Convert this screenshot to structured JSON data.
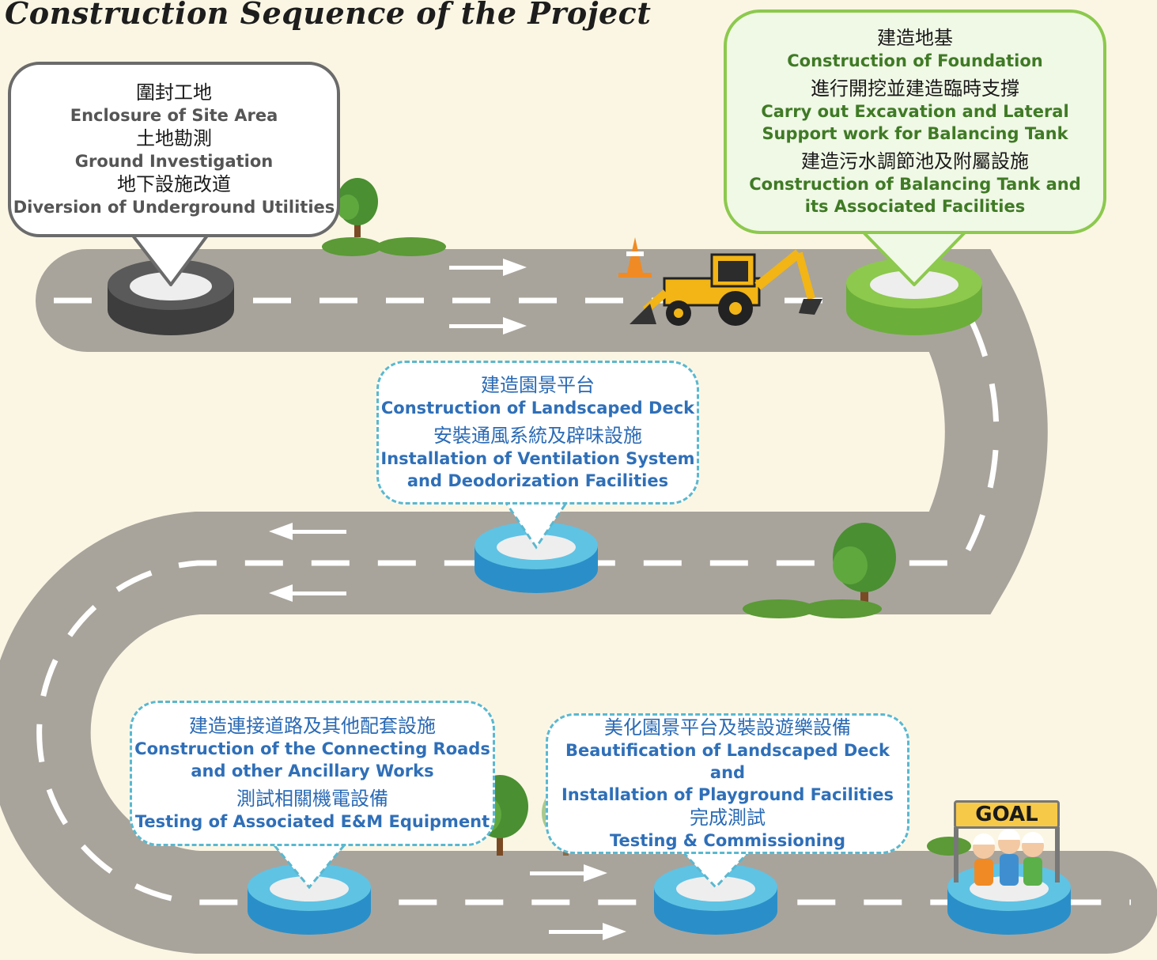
{
  "title": "Construction Sequence of the Project",
  "colors": {
    "background": "#fbf6e4",
    "road": "#a8a49c",
    "stage1": "#5a5a5a",
    "stage2": "#8cc94d",
    "stages_blue": "#3fa9d8",
    "goal_sign": "#f7c948"
  },
  "stages": [
    {
      "color": "dark-grey",
      "items": [
        {
          "zh": "圍封工地",
          "en": "Enclosure of Site Area"
        },
        {
          "zh": "土地勘測",
          "en": "Ground Investigation"
        },
        {
          "zh": "地下設施改道",
          "en": "Diversion of Underground Utilities"
        }
      ]
    },
    {
      "color": "green",
      "items": [
        {
          "zh": "建造地基",
          "en": "Construction of Foundation"
        },
        {
          "zh": "進行開挖並建造臨時支撐",
          "en": "Carry out Excavation and Lateral",
          "en2": "Support work for Balancing Tank"
        },
        {
          "zh": "建造污水調節池及附屬設施",
          "en": "Construction of Balancing Tank and",
          "en2": "its Associated Facilities"
        }
      ]
    },
    {
      "color": "blue",
      "items": [
        {
          "zh": "建造園景平台",
          "en": "Construction of Landscaped Deck"
        },
        {
          "zh": "安裝通風系統及辟味設施",
          "en": "Installation of Ventilation System",
          "en2": "and Deodorization Facilities"
        }
      ]
    },
    {
      "color": "blue",
      "items": [
        {
          "zh": "建造連接道路及其他配套設施",
          "en": "Construction of the Connecting Roads",
          "en2": "and other Ancillary Works"
        },
        {
          "zh": "測試相關機電設備",
          "en": "Testing of Associated E&M Equipment"
        }
      ]
    },
    {
      "color": "blue",
      "items": [
        {
          "zh": "美化園景平台及裝設遊樂設備",
          "en": "Beautification of Landscaped Deck and",
          "en2": "Installation of Playground Facilities"
        },
        {
          "zh": "完成測試",
          "en": "Testing & Commissioning"
        }
      ]
    }
  ],
  "goal": {
    "label": "GOAL"
  },
  "icons": [
    "traffic-cone-icon",
    "backhoe-loader-icon",
    "tree-icon",
    "bush-icon",
    "workers-icon"
  ]
}
